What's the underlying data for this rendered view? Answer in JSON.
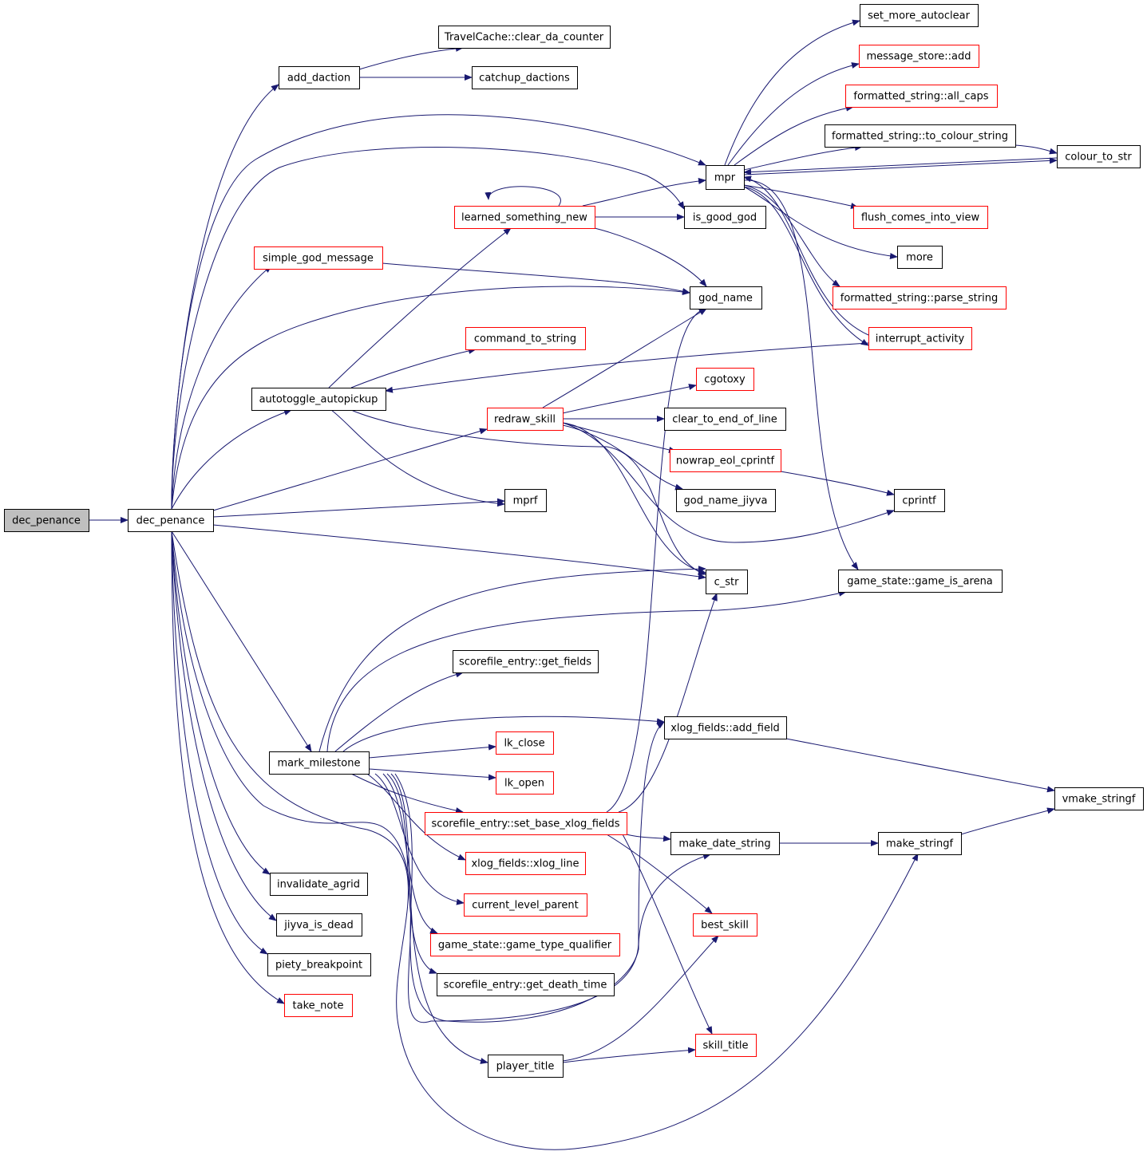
{
  "colors": {
    "edge": "#191970",
    "border_default": "#000000",
    "border_truncated": "#ff0000",
    "fill_default": "#ffffff",
    "fill_root": "#bfbfbf"
  },
  "nodes": [
    {
      "id": "dec_penance_root",
      "label": "dec_penance",
      "style": "root"
    },
    {
      "id": "dec_penance",
      "label": "dec_penance",
      "style": "normal"
    },
    {
      "id": "add_daction",
      "label": "add_daction",
      "style": "normal"
    },
    {
      "id": "travelcache_clear",
      "label": "TravelCache::clear_da_counter",
      "style": "normal"
    },
    {
      "id": "catchup_dactions",
      "label": "catchup_dactions",
      "style": "normal"
    },
    {
      "id": "set_more_autoclear",
      "label": "set_more_autoclear",
      "style": "normal"
    },
    {
      "id": "message_store_add",
      "label": "message_store::add",
      "style": "truncated"
    },
    {
      "id": "fs_all_caps",
      "label": "formatted_string::all_caps",
      "style": "truncated"
    },
    {
      "id": "fs_to_colour_string",
      "label": "formatted_string::to_colour_string",
      "style": "normal"
    },
    {
      "id": "colour_to_str",
      "label": "colour_to_str",
      "style": "normal"
    },
    {
      "id": "mpr",
      "label": "mpr",
      "style": "normal"
    },
    {
      "id": "learned_something_new",
      "label": "learned_something_new",
      "style": "truncated"
    },
    {
      "id": "is_good_god",
      "label": "is_good_god",
      "style": "normal"
    },
    {
      "id": "flush_comes_into_view",
      "label": "flush_comes_into_view",
      "style": "truncated"
    },
    {
      "id": "more",
      "label": "more",
      "style": "normal"
    },
    {
      "id": "simple_god_message",
      "label": "simple_god_message",
      "style": "truncated"
    },
    {
      "id": "god_name",
      "label": "god_name",
      "style": "normal"
    },
    {
      "id": "fs_parse_string",
      "label": "formatted_string::parse_string",
      "style": "truncated"
    },
    {
      "id": "command_to_string",
      "label": "command_to_string",
      "style": "truncated"
    },
    {
      "id": "interrupt_activity",
      "label": "interrupt_activity",
      "style": "truncated"
    },
    {
      "id": "cgotoxy",
      "label": "cgotoxy",
      "style": "truncated"
    },
    {
      "id": "autotoggle_autopickup",
      "label": "autotoggle_autopickup",
      "style": "normal"
    },
    {
      "id": "redraw_skill",
      "label": "redraw_skill",
      "style": "truncated"
    },
    {
      "id": "clear_to_end_of_line",
      "label": "clear_to_end_of_line",
      "style": "normal"
    },
    {
      "id": "nowrap_eol_cprintf",
      "label": "nowrap_eol_cprintf",
      "style": "truncated"
    },
    {
      "id": "mprf",
      "label": "mprf",
      "style": "normal"
    },
    {
      "id": "god_name_jiyva",
      "label": "god_name_jiyva",
      "style": "normal"
    },
    {
      "id": "cprintf",
      "label": "cprintf",
      "style": "normal"
    },
    {
      "id": "c_str",
      "label": "c_str",
      "style": "normal"
    },
    {
      "id": "gs_game_is_arena",
      "label": "game_state::game_is_arena",
      "style": "normal"
    },
    {
      "id": "se_get_fields",
      "label": "scorefile_entry::get_fields",
      "style": "normal"
    },
    {
      "id": "xlog_add_field",
      "label": "xlog_fields::add_field",
      "style": "normal"
    },
    {
      "id": "lk_close",
      "label": "lk_close",
      "style": "truncated"
    },
    {
      "id": "mark_milestone",
      "label": "mark_milestone",
      "style": "normal"
    },
    {
      "id": "lk_open",
      "label": "lk_open",
      "style": "truncated"
    },
    {
      "id": "vmake_stringf",
      "label": "vmake_stringf",
      "style": "normal"
    },
    {
      "id": "se_set_base_xlog_fields",
      "label": "scorefile_entry::set_base_xlog_fields",
      "style": "truncated"
    },
    {
      "id": "make_date_string",
      "label": "make_date_string",
      "style": "normal"
    },
    {
      "id": "make_stringf",
      "label": "make_stringf",
      "style": "normal"
    },
    {
      "id": "xlog_xlog_line",
      "label": "xlog_fields::xlog_line",
      "style": "truncated"
    },
    {
      "id": "invalidate_agrid",
      "label": "invalidate_agrid",
      "style": "normal"
    },
    {
      "id": "current_level_parent",
      "label": "current_level_parent",
      "style": "truncated"
    },
    {
      "id": "jiyva_is_dead",
      "label": "jiyva_is_dead",
      "style": "normal"
    },
    {
      "id": "best_skill",
      "label": "best_skill",
      "style": "truncated"
    },
    {
      "id": "gs_game_type_qualifier",
      "label": "game_state::game_type_qualifier",
      "style": "truncated"
    },
    {
      "id": "piety_breakpoint",
      "label": "piety_breakpoint",
      "style": "normal"
    },
    {
      "id": "se_get_death_time",
      "label": "scorefile_entry::get_death_time",
      "style": "normal"
    },
    {
      "id": "take_note",
      "label": "take_note",
      "style": "truncated"
    },
    {
      "id": "skill_title",
      "label": "skill_title",
      "style": "truncated"
    },
    {
      "id": "player_title",
      "label": "player_title",
      "style": "normal"
    }
  ],
  "edges": [
    [
      "dec_penance_root",
      "dec_penance"
    ],
    [
      "dec_penance",
      "add_daction"
    ],
    [
      "dec_penance",
      "mpr"
    ],
    [
      "dec_penance",
      "is_good_god"
    ],
    [
      "dec_penance",
      "simple_god_message"
    ],
    [
      "dec_penance",
      "god_name"
    ],
    [
      "dec_penance",
      "autotoggle_autopickup"
    ],
    [
      "dec_penance",
      "redraw_skill"
    ],
    [
      "dec_penance",
      "mprf"
    ],
    [
      "dec_penance",
      "c_str"
    ],
    [
      "dec_penance",
      "mark_milestone"
    ],
    [
      "dec_penance",
      "invalidate_agrid"
    ],
    [
      "dec_penance",
      "jiyva_is_dead"
    ],
    [
      "dec_penance",
      "piety_breakpoint"
    ],
    [
      "dec_penance",
      "take_note"
    ],
    [
      "dec_penance",
      "xlog_add_field"
    ],
    [
      "dec_penance",
      "make_stringf"
    ],
    [
      "add_daction",
      "travelcache_clear"
    ],
    [
      "add_daction",
      "catchup_dactions"
    ],
    [
      "mpr",
      "set_more_autoclear"
    ],
    [
      "mpr",
      "message_store_add"
    ],
    [
      "mpr",
      "fs_all_caps"
    ],
    [
      "mpr",
      "fs_to_colour_string"
    ],
    [
      "mpr",
      "colour_to_str"
    ],
    [
      "mpr",
      "flush_comes_into_view"
    ],
    [
      "mpr",
      "more"
    ],
    [
      "mpr",
      "fs_parse_string"
    ],
    [
      "mpr",
      "interrupt_activity"
    ],
    [
      "mpr",
      "gs_game_is_arena"
    ],
    [
      "fs_to_colour_string",
      "colour_to_str"
    ],
    [
      "colour_to_str",
      "mpr"
    ],
    [
      "interrupt_activity",
      "mpr"
    ],
    [
      "learned_something_new",
      "learned_something_new"
    ],
    [
      "learned_something_new",
      "mpr"
    ],
    [
      "learned_something_new",
      "is_good_god"
    ],
    [
      "learned_something_new",
      "god_name"
    ],
    [
      "simple_god_message",
      "god_name"
    ],
    [
      "autotoggle_autopickup",
      "learned_something_new"
    ],
    [
      "autotoggle_autopickup",
      "command_to_string"
    ],
    [
      "autotoggle_autopickup",
      "mprf"
    ],
    [
      "autotoggle_autopickup",
      "c_str"
    ],
    [
      "interrupt_activity",
      "autotoggle_autopickup"
    ],
    [
      "redraw_skill",
      "god_name"
    ],
    [
      "redraw_skill",
      "cgotoxy"
    ],
    [
      "redraw_skill",
      "clear_to_end_of_line"
    ],
    [
      "redraw_skill",
      "nowrap_eol_cprintf"
    ],
    [
      "redraw_skill",
      "god_name_jiyva"
    ],
    [
      "redraw_skill",
      "cprintf"
    ],
    [
      "redraw_skill",
      "c_str"
    ],
    [
      "nowrap_eol_cprintf",
      "cprintf"
    ],
    [
      "mark_milestone",
      "c_str"
    ],
    [
      "mark_milestone",
      "gs_game_is_arena"
    ],
    [
      "mark_milestone",
      "se_get_fields"
    ],
    [
      "mark_milestone",
      "xlog_add_field"
    ],
    [
      "mark_milestone",
      "lk_close"
    ],
    [
      "mark_milestone",
      "lk_open"
    ],
    [
      "mark_milestone",
      "se_set_base_xlog_fields"
    ],
    [
      "mark_milestone",
      "xlog_xlog_line"
    ],
    [
      "mark_milestone",
      "current_level_parent"
    ],
    [
      "mark_milestone",
      "gs_game_type_qualifier"
    ],
    [
      "mark_milestone",
      "se_get_death_time"
    ],
    [
      "mark_milestone",
      "player_title"
    ],
    [
      "mark_milestone",
      "make_date_string"
    ],
    [
      "se_set_base_xlog_fields",
      "god_name"
    ],
    [
      "se_set_base_xlog_fields",
      "c_str"
    ],
    [
      "se_set_base_xlog_fields",
      "make_date_string"
    ],
    [
      "se_set_base_xlog_fields",
      "best_skill"
    ],
    [
      "se_set_base_xlog_fields",
      "skill_title"
    ],
    [
      "xlog_add_field",
      "vmake_stringf"
    ],
    [
      "make_date_string",
      "make_stringf"
    ],
    [
      "make_stringf",
      "vmake_stringf"
    ],
    [
      "player_title",
      "skill_title"
    ],
    [
      "player_title",
      "best_skill"
    ]
  ]
}
